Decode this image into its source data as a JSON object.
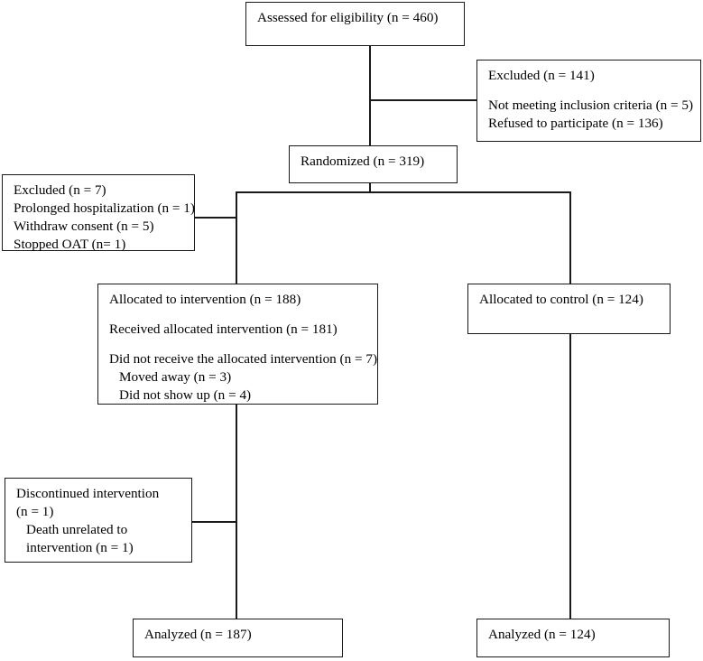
{
  "diagram": {
    "title": "CONSORT participant flow diagram",
    "type": "flowchart",
    "line_color": "#1a1a1a",
    "background": "#ffffff"
  },
  "boxes": {
    "eligibility": {
      "lines": [
        "Assessed for eligibility (n = 460)"
      ]
    },
    "excluded_top": {
      "heading": "Excluded (n = 141)",
      "reasons": [
        "Not meeting inclusion criteria (n = 5)",
        "Refused to participate (n = 136)"
      ]
    },
    "randomized": {
      "lines": [
        "Randomized (n = 319)"
      ]
    },
    "excluded_left": {
      "heading": "Excluded (n = 7)",
      "reasons": [
        "Prolonged hospitalization (n = 1)",
        "Withdraw consent (n = 5)",
        "Stopped OAT (n= 1)"
      ]
    },
    "intervention": {
      "heading": "Allocated to intervention (n = 188)",
      "received": "Received allocated intervention (n = 181)",
      "not_received": "Did not receive the allocated intervention (n = 7)",
      "not_received_reasons": [
        "Moved away (n = 3)",
        "Did not show up (n = 4)"
      ]
    },
    "control": {
      "heading": "Allocated to control (n = 124)"
    },
    "discontinued": {
      "heading_line1": "Discontinued intervention",
      "heading_line2": "(n = 1)",
      "reason_line1": "Death unrelated to",
      "reason_line2": "intervention (n = 1)"
    },
    "analyzed_intervention": {
      "lines": [
        "Analyzed (n = 187)"
      ]
    },
    "analyzed_control": {
      "lines": [
        "Analyzed (n = 124)"
      ]
    }
  },
  "counts": {
    "assessed": 460,
    "excluded_total": 141,
    "not_meeting_inclusion": 5,
    "refused": 136,
    "randomized": 319,
    "excluded_after_randomization": 7,
    "prolonged_hospitalization": 1,
    "withdraw_consent": 5,
    "stopped_oat": 1,
    "allocated_intervention": 188,
    "received_intervention": 181,
    "did_not_receive": 7,
    "moved_away": 3,
    "did_not_show_up": 4,
    "allocated_control": 124,
    "discontinued_intervention": 1,
    "death_unrelated": 1,
    "analyzed_intervention": 187,
    "analyzed_control": 124
  }
}
